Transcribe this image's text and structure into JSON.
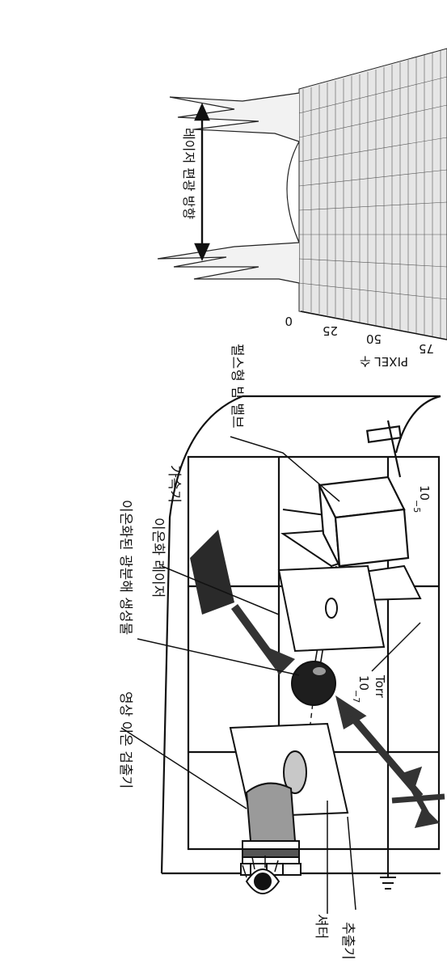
{
  "labels": {
    "image_ion_detector": "영상 이온 검출기",
    "ionized_photodissociation_products": "이온화된 광분해 생성물",
    "ionization_laser": "이온화 레이저",
    "accelerator": "가속기",
    "pulsed_beam_valve": "펄스형 빔 밸브",
    "shutter": "셔터",
    "extractor": "추출기",
    "pressure_high": "10",
    "pressure_high_exp": "−5",
    "pressure_low": "10",
    "pressure_low_exp": "−7",
    "pressure_unit": "Torr",
    "laser_polarization_direction": "레이저 편광 방향",
    "pixel_axis": "PIXEL 수"
  },
  "pixel_ticks": [
    "0",
    "25",
    "50",
    "75"
  ],
  "colors": {
    "ink": "#111111",
    "dark_fill": "#2a2a2a",
    "gray_fill": "#9a9a9a",
    "paper": "#ffffff"
  }
}
